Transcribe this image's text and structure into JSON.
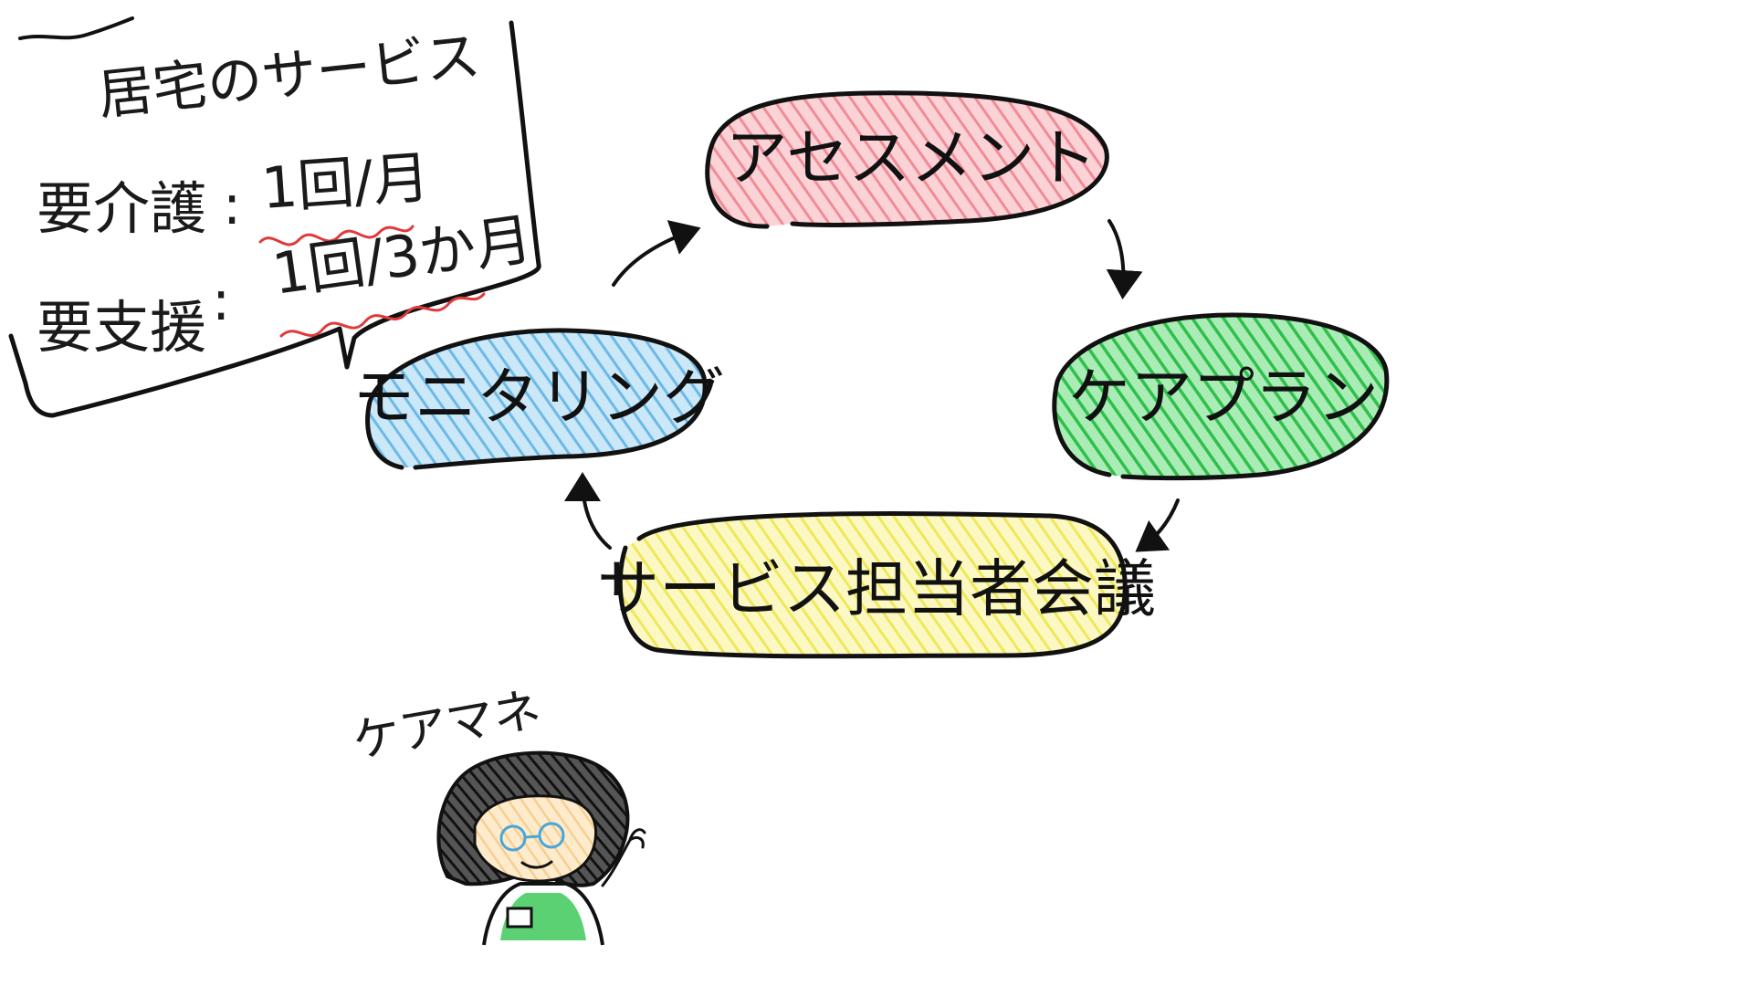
{
  "note": {
    "title": "居宅のサービス",
    "rows": [
      {
        "label": "要介護",
        "frequency": "1回/月"
      },
      {
        "label": "要支援",
        "frequency": "1回/3か月"
      }
    ],
    "separator": ":",
    "underline_color": "#e03a3a"
  },
  "cycle": {
    "nodes": [
      {
        "id": "assessment",
        "label": "アセスメント",
        "color": "#f4a0a8"
      },
      {
        "id": "care-plan",
        "label": "ケアプラン",
        "color": "#3ec95a"
      },
      {
        "id": "service-meeting",
        "label": "サービス担当者会議",
        "color": "#f4ef6a"
      },
      {
        "id": "monitoring",
        "label": "モニタリング",
        "color": "#74bfe8"
      }
    ]
  },
  "character": {
    "caption": "ケアマネ",
    "icon": "care-manager-doodle-icon",
    "shirt_color": "#3ec95a",
    "hair_color": "#1a1a1a",
    "skin_color": "#f8d9a8",
    "glasses_color": "#4aa6d8"
  }
}
